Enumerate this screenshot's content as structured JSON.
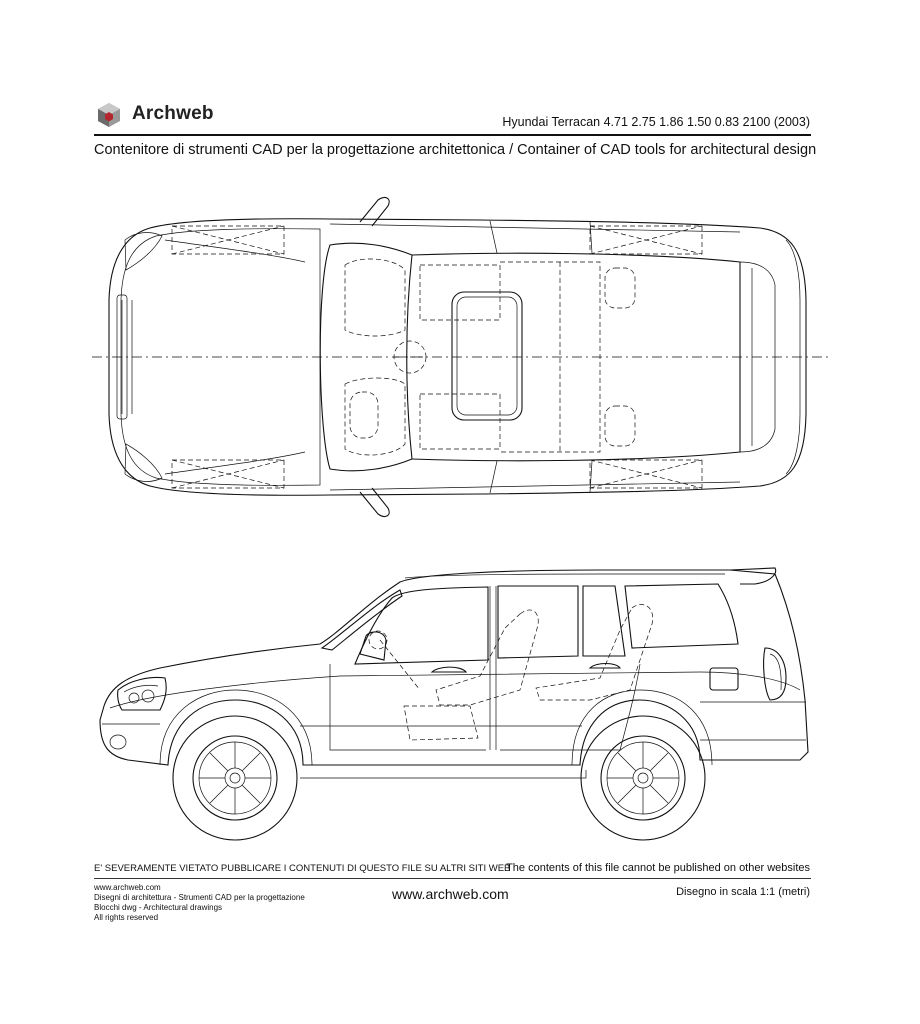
{
  "header": {
    "brand_name": "Archweb",
    "model_info": "Hyundai Terracan 4.71 2.75 1.86 1.50 0.83 2100 (2003)",
    "tagline": "Contenitore di strumenti CAD per la progettazione architettonica  /  Container of CAD tools for architectural design"
  },
  "footer": {
    "warning_it": "E' SEVERAMENTE VIETATO PUBBLICARE I CONTENUTI DI QUESTO FILE SU ALTRI SITI WEB",
    "warning_en": "The contents of this file cannot be published on other websites",
    "info_lines": [
      "www.archweb.com",
      "Disegni di architettura - Strumenti CAD  per la progettazione",
      "Blocchi dwg - Architectural drawings",
      "All rights reserved"
    ],
    "website": "www.archweb.com",
    "scale": "Disegno in scala 1:1 (metri)"
  },
  "icons": {
    "logo": "hexagon-cube-logo-icon"
  },
  "colors": {
    "logo_dark": "#6b6b6b",
    "logo_light": "#a9a9a9",
    "logo_accent": "#b3262d",
    "line": "#111111"
  }
}
